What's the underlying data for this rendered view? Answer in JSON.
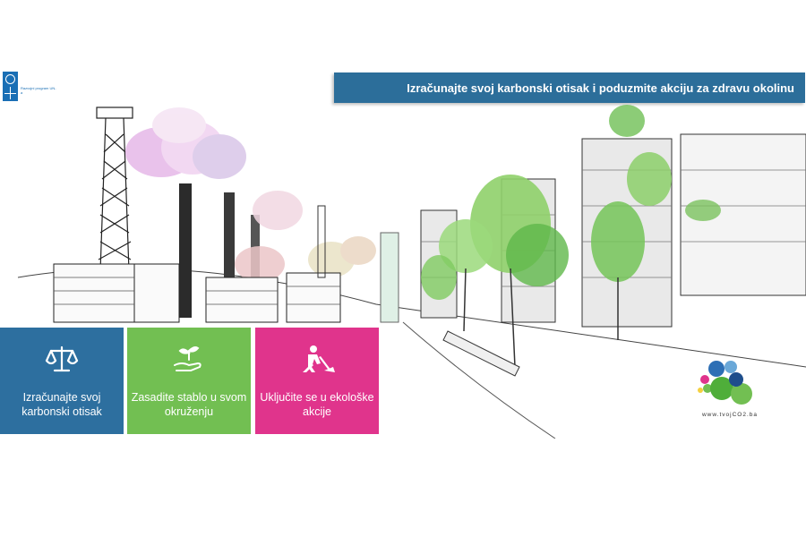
{
  "header": {
    "org_logo_name": "undp-logo",
    "org_text": "Razvojni program UN-a",
    "banner_title": "Izračunajte svoj karbonski otisak i poduzmite akciju za zdravu okolinu"
  },
  "tiles": [
    {
      "label": "Izračunajte svoj karbonski otisak",
      "icon": "scale-icon",
      "color": "#2d6f9f"
    },
    {
      "label": "Zasadite stablo u svom okruženju",
      "icon": "plant-in-hand-icon",
      "color": "#72bf52"
    },
    {
      "label": "Uključite se u ekološke akcije",
      "icon": "worker-digging-icon",
      "color": "#e0348c"
    }
  ],
  "footer_logo": {
    "url_text": "www.tvojCO2.ba"
  },
  "colors": {
    "banner": "#2c6e9a",
    "blue": "#2d6f9f",
    "green": "#72bf52",
    "pink": "#e0348c"
  }
}
